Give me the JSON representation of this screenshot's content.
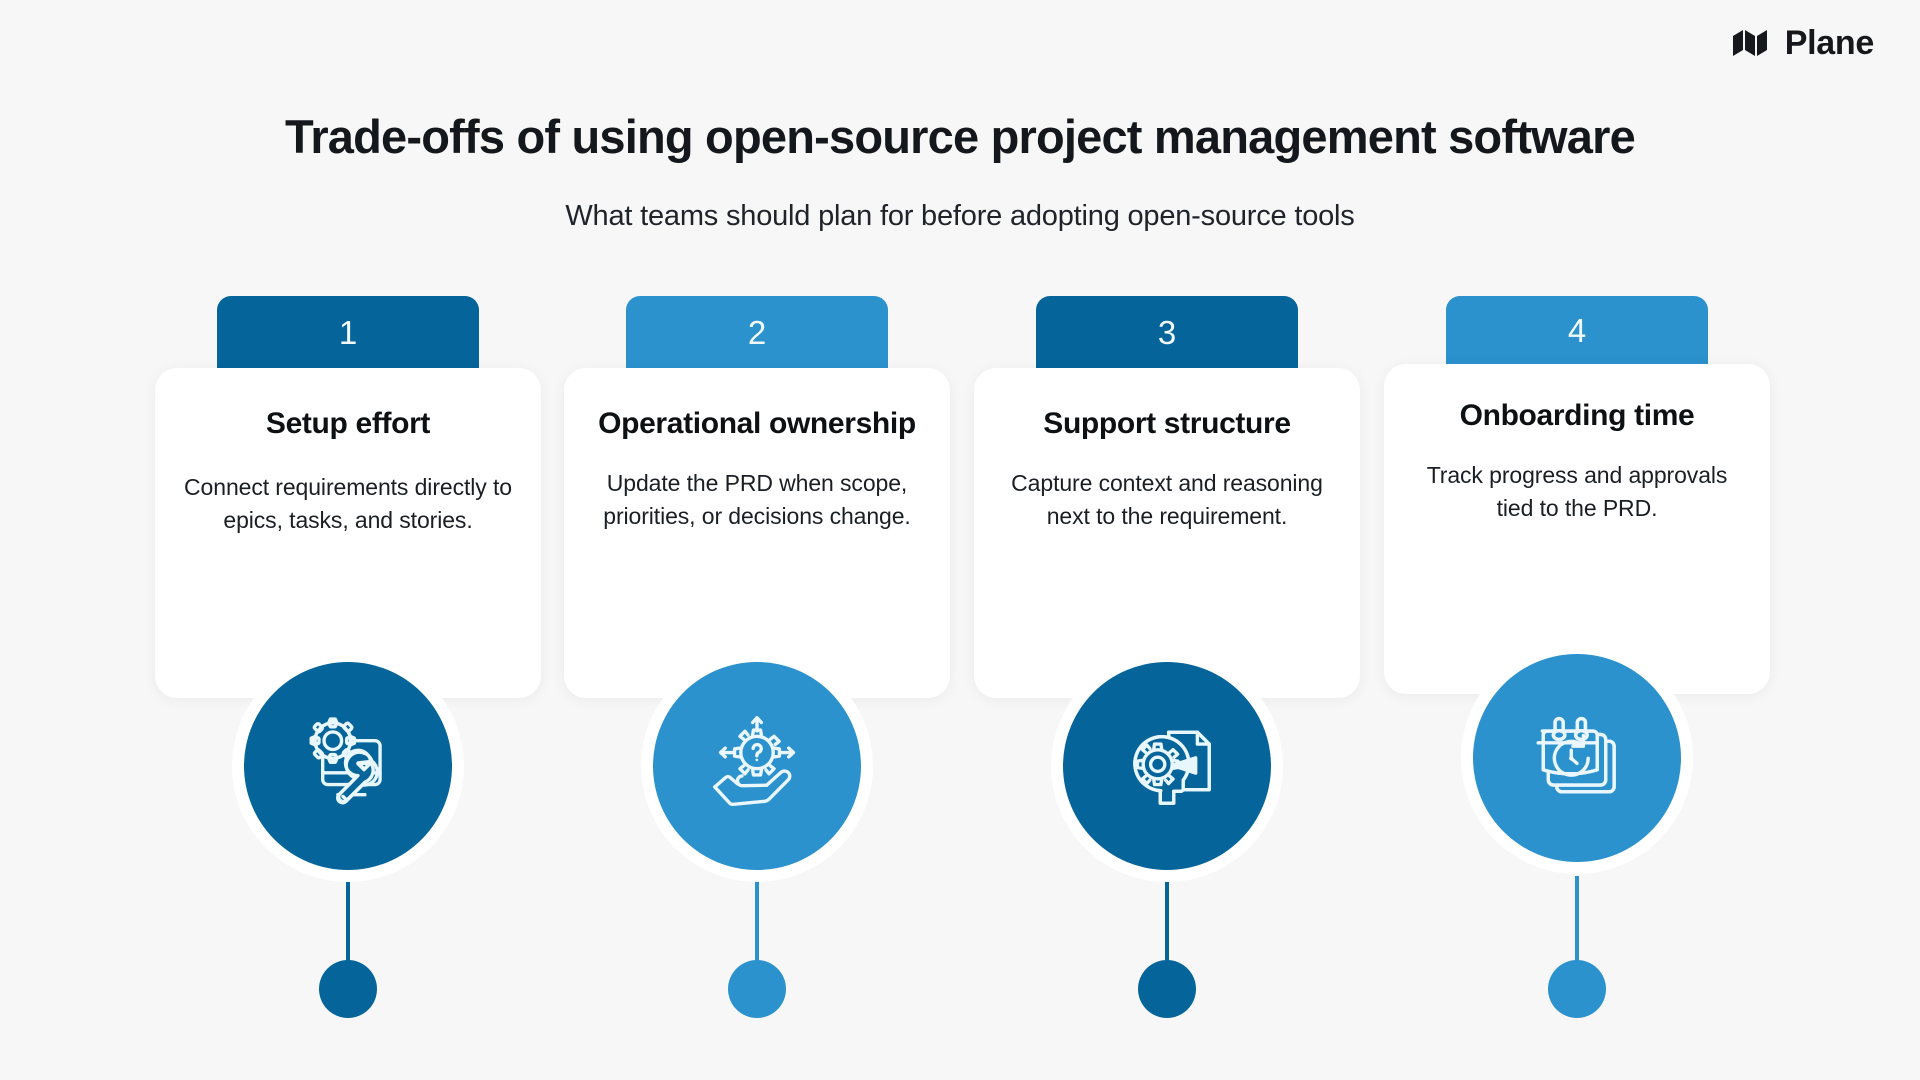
{
  "brand": {
    "name": "Plane",
    "logo_icon": "plane-logo-icon"
  },
  "header": {
    "title": "Trade-offs of using open-source project management software",
    "subtitle": "What teams should plan for before adopting open-source tools"
  },
  "colors": {
    "background": "#F7F7F7",
    "card_background": "#FFFFFF",
    "dark_blue": "#05659A",
    "light_blue": "#2B92CE",
    "title_text": "#14181C",
    "body_text": "#1B1F24",
    "badge_number_text": "#F2FAFE"
  },
  "cards": [
    {
      "number": "1",
      "title": "Setup effort",
      "description": "Connect requirements directly to epics, tasks, and stories.",
      "accent": "#05659A",
      "icon": "monitor-gear-wrench-icon"
    },
    {
      "number": "2",
      "title": "Operational ownership",
      "description": "Update the PRD when scope, priorities, or decisions change.",
      "accent": "#2B92CE",
      "icon": "hand-holding-gear-question-icon"
    },
    {
      "number": "3",
      "title": "Support structure",
      "description": "Capture context and reasoning next to the requirement.",
      "accent": "#05659A",
      "icon": "head-gear-document-icon"
    },
    {
      "number": "4",
      "title": "Onboarding time",
      "description": "Track progress and approvals tied to the PRD.",
      "accent": "#2B92CE",
      "icon": "calendar-clock-icon"
    }
  ]
}
